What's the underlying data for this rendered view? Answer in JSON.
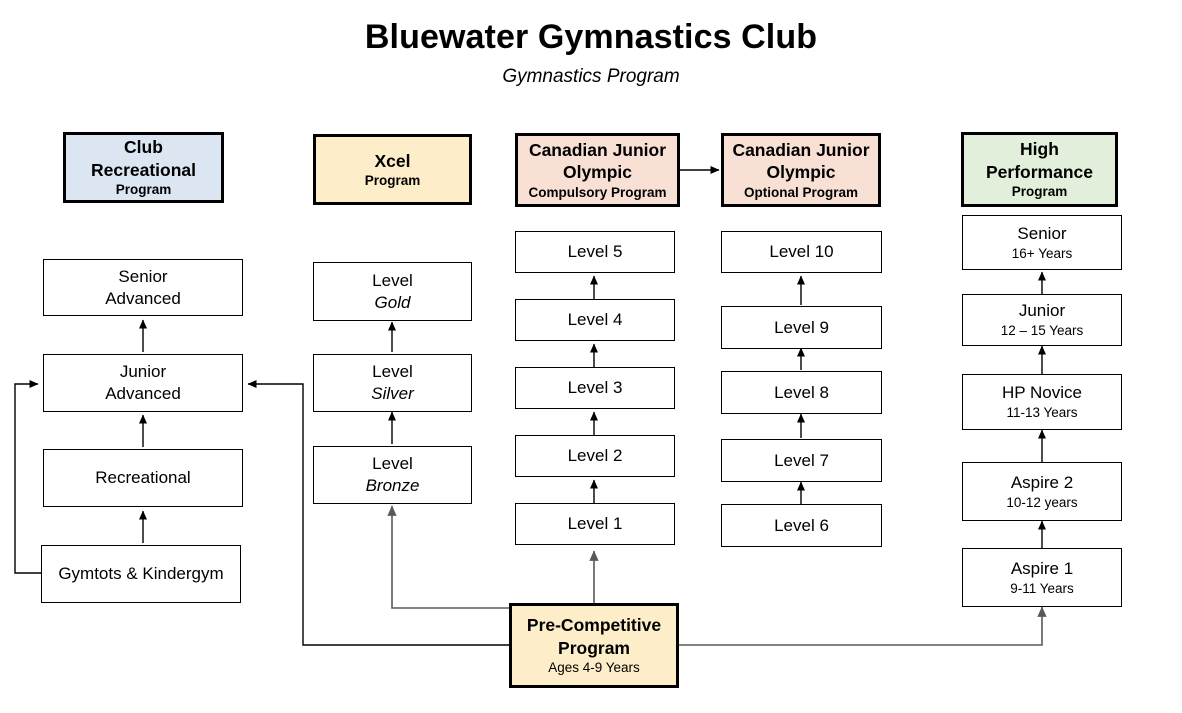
{
  "page": {
    "title": "Bluewater Gymnastics Club",
    "subtitle": "Gymnastics Program",
    "background": "#ffffff"
  },
  "colors": {
    "club_recreational": "#dce6f2",
    "xcel": "#fdeec9",
    "canadian_junior_olympic": "#f9e0d5",
    "high_performance": "#e2efda",
    "pre_competitive": "#fdeec9",
    "node_fill": "#ffffff",
    "stroke": "#000000",
    "connector": "#595959"
  },
  "columns": [
    {
      "id": "club-recreational",
      "header": {
        "line1": "Club",
        "line2": "Recreational",
        "line3": "Program"
      },
      "nodes": [
        {
          "line1": "Senior",
          "line2": "Advanced"
        },
        {
          "line1": "Junior",
          "line2": "Advanced"
        },
        {
          "line1": "Recreational",
          "line2": ""
        },
        {
          "line1": "Gymtots & Kindergym",
          "line2": ""
        }
      ]
    },
    {
      "id": "xcel",
      "header": {
        "line1": "Xcel",
        "line2": "",
        "line3": "Program"
      },
      "nodes": [
        {
          "line1": "Level",
          "line2": "Gold"
        },
        {
          "line1": "Level",
          "line2": "Silver"
        },
        {
          "line1": "Level",
          "line2": "Bronze"
        }
      ]
    },
    {
      "id": "cjo-compulsory",
      "header": {
        "line1": "Canadian Junior",
        "line2": "Olympic",
        "line3": "Compulsory Program"
      },
      "nodes": [
        {
          "line1": "Level 5",
          "line2": ""
        },
        {
          "line1": "Level 4",
          "line2": ""
        },
        {
          "line1": "Level 3",
          "line2": ""
        },
        {
          "line1": "Level 2",
          "line2": ""
        },
        {
          "line1": "Level 1",
          "line2": ""
        }
      ]
    },
    {
      "id": "cjo-optional",
      "header": {
        "line1": "Canadian Junior",
        "line2": "Olympic",
        "line3": "Optional Program"
      },
      "nodes": [
        {
          "line1": "Level 10",
          "line2": ""
        },
        {
          "line1": "Level 9",
          "line2": ""
        },
        {
          "line1": "Level 8",
          "line2": ""
        },
        {
          "line1": "Level 7",
          "line2": ""
        },
        {
          "line1": "Level 6",
          "line2": ""
        }
      ]
    },
    {
      "id": "high-performance",
      "header": {
        "line1": "High",
        "line2": "Performance",
        "line3": "Program"
      },
      "nodes": [
        {
          "line1": "Senior",
          "line2": "16+ Years"
        },
        {
          "line1": "Junior",
          "line2": "12 – 15 Years"
        },
        {
          "line1": "HP Novice",
          "line2": "11-13 Years"
        },
        {
          "line1": "Aspire 2",
          "line2": "10-12 years"
        },
        {
          "line1": "Aspire 1",
          "line2": "9-11 Years"
        }
      ]
    }
  ],
  "entry": {
    "line1": "Pre-Competitive",
    "line2": "Program",
    "line3": "Ages 4-9 Years"
  }
}
